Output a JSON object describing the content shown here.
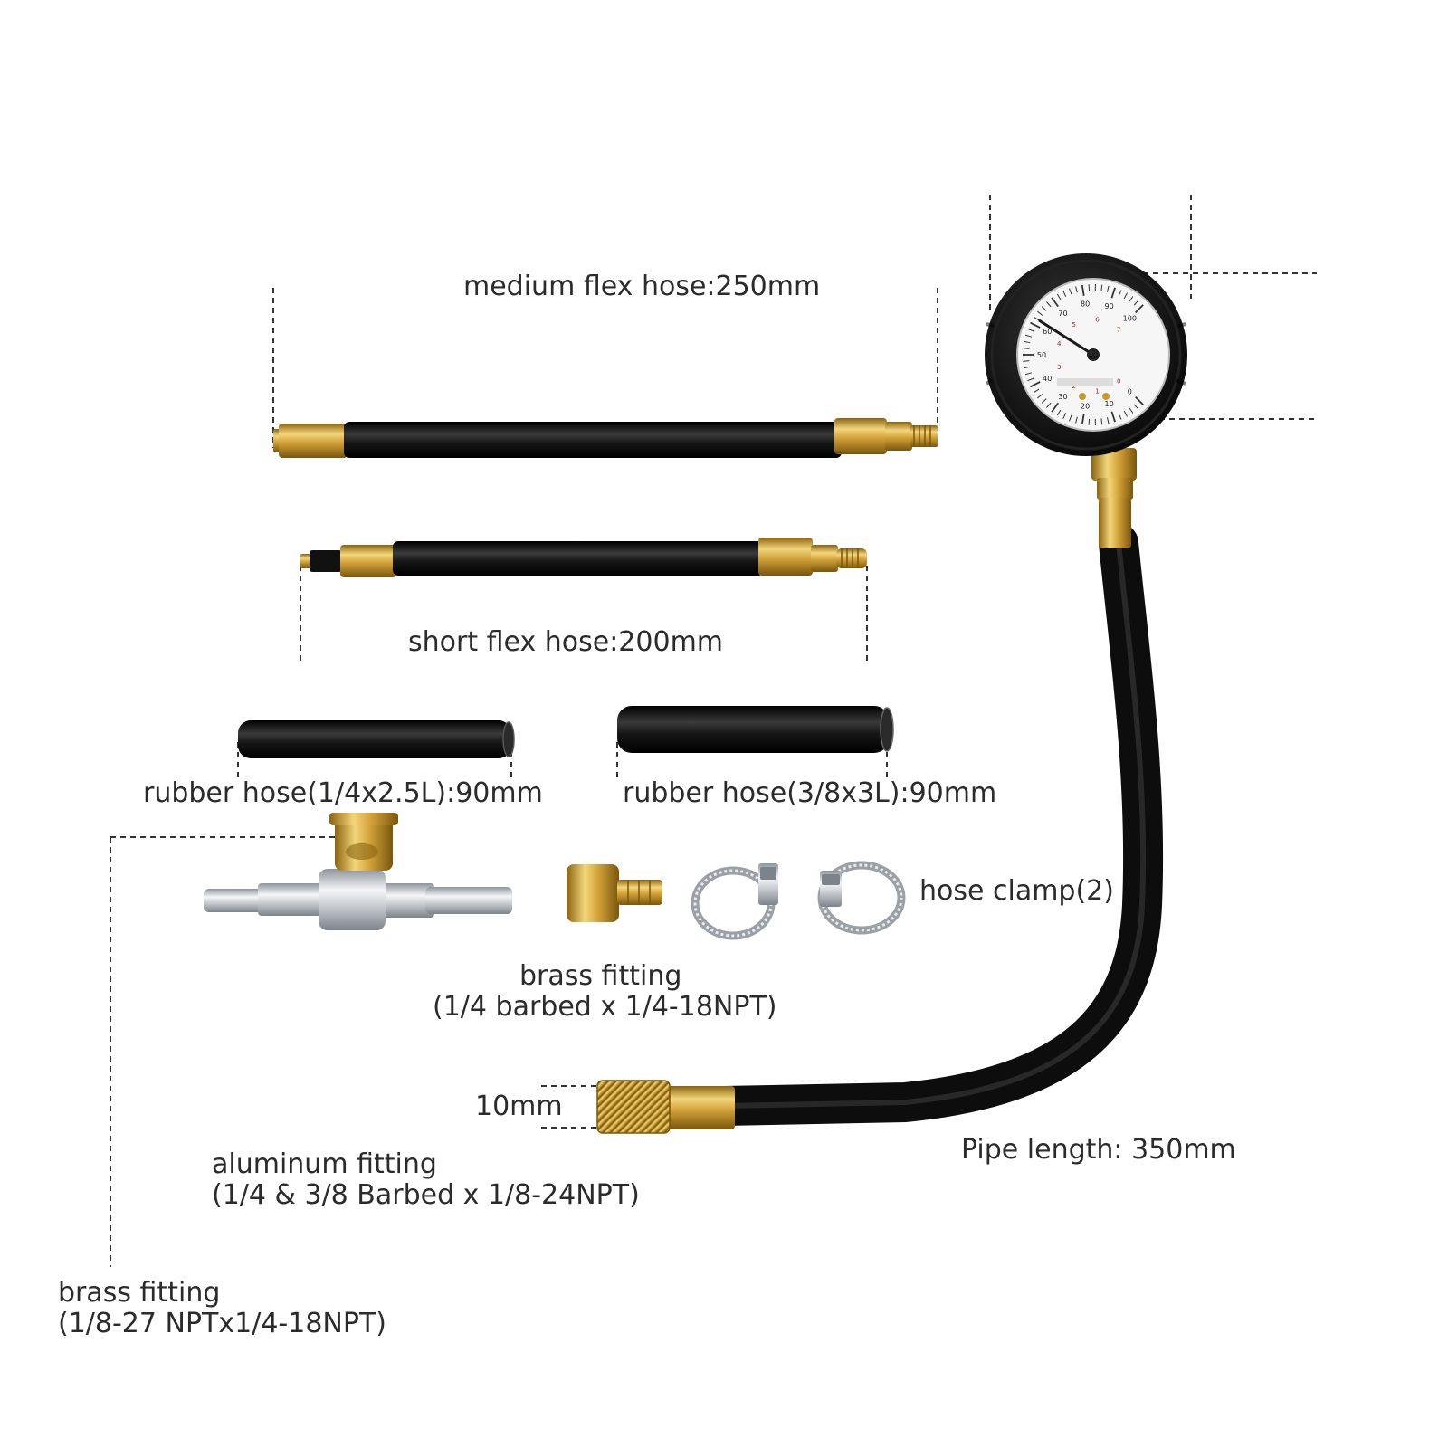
{
  "labels": {
    "medium_hose": "medium flex hose:250mm",
    "short_hose": "short flex hose:200mm",
    "rubber_hose_small": "rubber hose(1/4x2.5L):90mm",
    "rubber_hose_large": "rubber hose(3/8x3L):90mm",
    "hose_clamp": "hose clamp(2)",
    "brass_fitting_barbed_line1": "brass fitting",
    "brass_fitting_barbed_line2": "(1/4 barbed x 1/4-18NPT)",
    "ten_mm": "10mm",
    "pipe_length": "Pipe length: 350mm",
    "aluminum_fitting_line1": "aluminum fitting",
    "aluminum_fitting_line2": "(1/4 & 3/8 Barbed x 1/8-24NPT)",
    "brass_fitting_npt_line1": "brass fitting",
    "brass_fitting_npt_line2": "(1/8-27 NPTx1/4-18NPT)"
  },
  "gauge": {
    "outer_scale": [
      "0",
      "10",
      "20",
      "30",
      "40",
      "50",
      "60",
      "70",
      "80",
      "90",
      "100"
    ],
    "inner_scale": [
      "0",
      "1",
      "2",
      "3",
      "4",
      "5",
      "6",
      "7"
    ],
    "needle_fraction": 0.62
  },
  "colors": {
    "hose": "#141414",
    "brass": "#c89a2a",
    "aluminum": "#c8ccd2",
    "dash": "#333333"
  }
}
